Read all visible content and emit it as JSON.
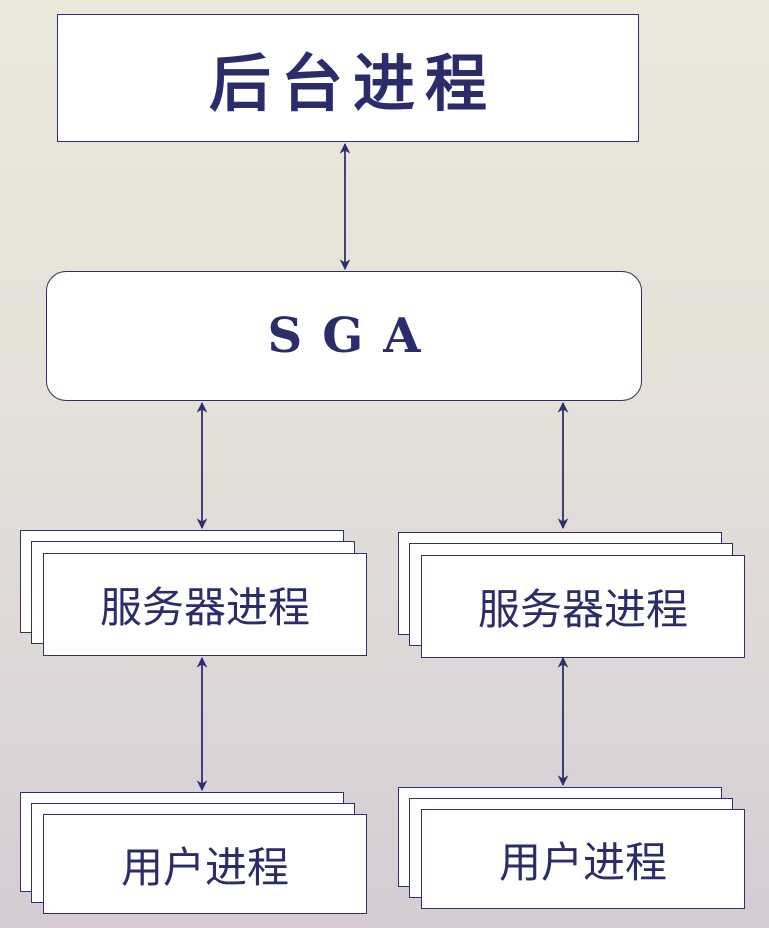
{
  "background_process": {
    "label": "后台进程"
  },
  "sga": {
    "label": "SGA"
  },
  "server_processes": [
    {
      "label": "服务器进程"
    },
    {
      "label": "服务器进程"
    }
  ],
  "user_processes": [
    {
      "label": "用户进程"
    },
    {
      "label": "用户进程"
    }
  ],
  "colors": {
    "ink": "#2b2d6b",
    "line": "#2f2f6e"
  }
}
